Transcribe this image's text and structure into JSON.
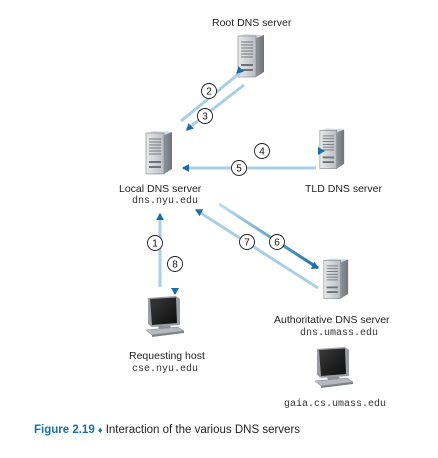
{
  "nodes": {
    "root": {
      "label": "Root DNS server"
    },
    "local": {
      "label": "Local DNS server",
      "host": "dns.nyu.edu"
    },
    "tld": {
      "label": "TLD DNS server"
    },
    "auth": {
      "label": "Authoritative DNS server",
      "host": "dns.umass.edu"
    },
    "requesting": {
      "label": "Requesting host",
      "host": "cse.nyu.edu"
    },
    "gaia": {
      "host": "gaia.cs.umass.edu"
    }
  },
  "steps": [
    "1",
    "2",
    "3",
    "4",
    "5",
    "6",
    "7",
    "8"
  ],
  "caption": {
    "figure": "Figure 2.19",
    "separator": "♦",
    "text": "Interaction of the various DNS servers"
  },
  "colors": {
    "arrow_dark": "#1a6fa8",
    "arrow_light": "#a9cfe3",
    "accent": "#1a6fa8"
  }
}
